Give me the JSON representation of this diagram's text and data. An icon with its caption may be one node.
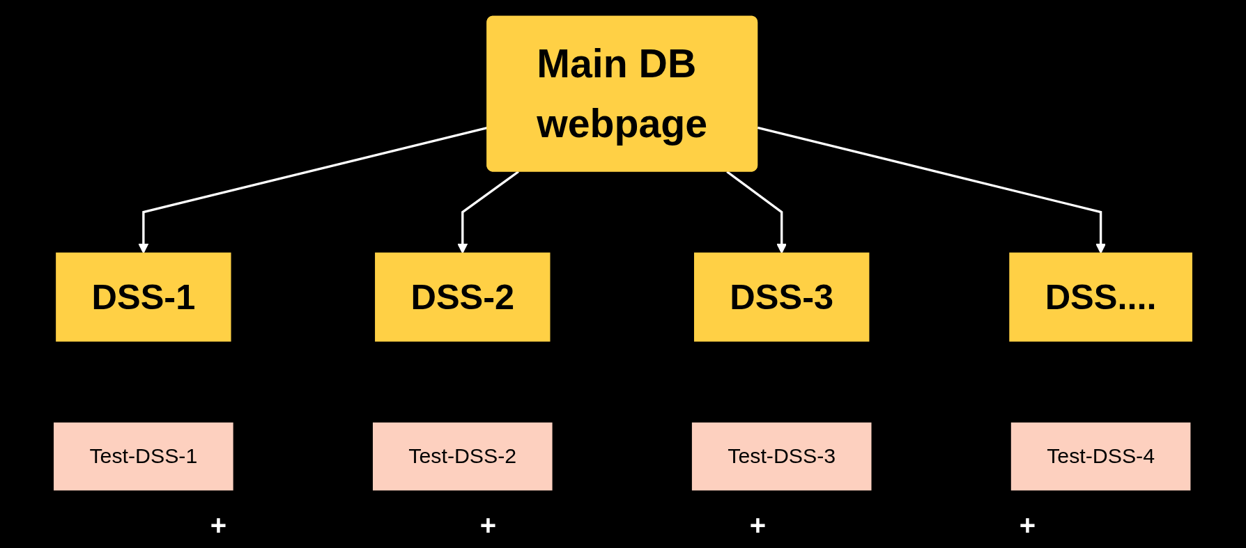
{
  "diagram": {
    "nodes": [
      {
        "text": [
          "Main DB webpage"
        ]
      },
      {
        "text": [
          "DSS-1"
        ]
      },
      {
        "text": [
          "DSS-2"
        ]
      },
      {
        "text": [
          "DSS-3"
        ]
      },
      {
        "text": [
          "DSS...."
        ]
      },
      {
        "text": [
          "Test-DSS-1"
        ]
      },
      {
        "text": [
          "Test-DSS-2"
        ]
      },
      {
        "text": [
          "Test-DSS-3"
        ]
      },
      {
        "text": [
          "Test-DSS-4"
        ]
      }
    ],
    "edges": [
      {
        "from": 0,
        "to": 1,
        "arrow": "to"
      },
      {
        "from": 0,
        "to": 2,
        "arrow": "to"
      },
      {
        "from": 0,
        "to": 3,
        "arrow": "to"
      },
      {
        "from": 0,
        "to": 4,
        "arrow": "to"
      }
    ],
    "labels": [
      "+",
      "+",
      "+",
      "+"
    ]
  }
}
